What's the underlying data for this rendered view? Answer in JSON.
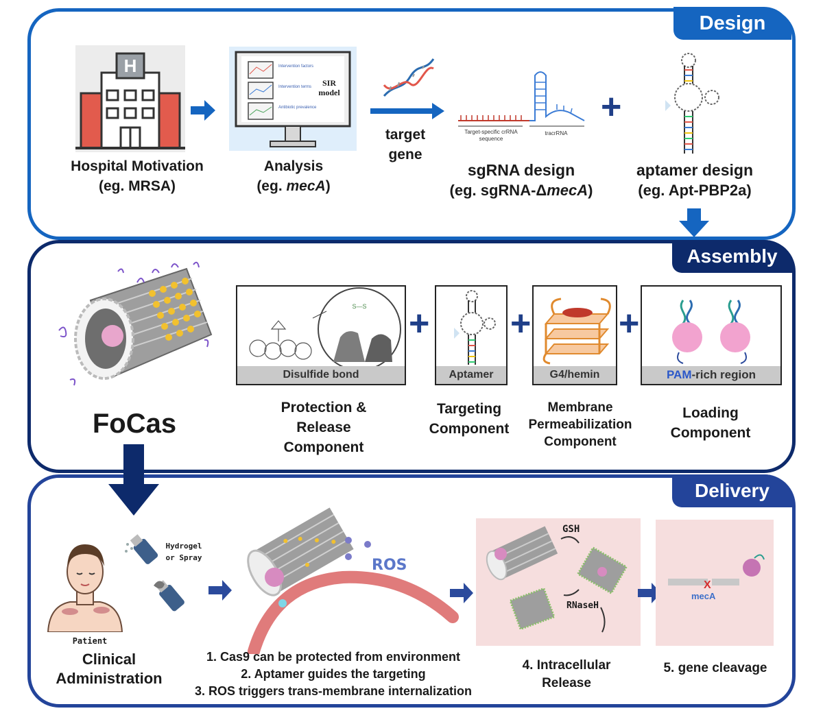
{
  "sections": {
    "design": "Design",
    "assembly": "Assembly",
    "delivery": "Delivery"
  },
  "design": {
    "hospital": {
      "line1": "Hospital Motivation",
      "line2": "(eg. MRSA)",
      "sign": "H"
    },
    "analysis": {
      "line1": "Analysis",
      "line2_pre": "(eg. ",
      "line2_em": "mecA",
      "line2_post": ")",
      "model_label": "SIR model",
      "screen_notes": [
        "Intervention factors",
        "Intervention terms",
        "Antibiotic prevalence"
      ]
    },
    "target_gene": "target gene",
    "sgrna": {
      "line1": "sgRNA design",
      "line2_pre": "(eg. sgRNA-Δ",
      "line2_em": "mecA",
      "line2_post": ")",
      "crrna_label": "Target-specific crRNA sequence",
      "tracr_label": "tracrRNA"
    },
    "aptamer": {
      "line1": "aptamer design",
      "line2": "(eg. Apt-PBP2a)"
    }
  },
  "assembly": {
    "name": "FoCas",
    "components": [
      {
        "caption": "Disulfide bond",
        "label": "Protection & Release Component",
        "ss": "S—S"
      },
      {
        "caption": "Aptamer",
        "label": "Targeting Component"
      },
      {
        "caption": "G4/hemin",
        "label": "Membrane Permeabilization Component"
      },
      {
        "caption_em": "PAM",
        "caption_rest": "-rich region",
        "label": "Loading Component"
      }
    ]
  },
  "delivery": {
    "patient": "Patient",
    "route": "Hydrogel or Spray",
    "admin": "Clinical Administration",
    "ros": "ROS",
    "steps": [
      "1. Cas9 can be protected from environment",
      "2. Aptamer guides the targeting",
      "3. ROS triggers trans-membrane internalization"
    ],
    "gsh": "GSH",
    "rnaseh": "RNaseH",
    "release": "4. Intracellular Release",
    "gene": "mecA",
    "cleavage": "5. gene cleavage"
  },
  "colors": {
    "design_blue": "#1565c0",
    "assembly_navy": "#0d2a6b",
    "delivery_blue": "#23449a",
    "arrow_blue": "#1565c0",
    "plus": "#1f3f88"
  }
}
